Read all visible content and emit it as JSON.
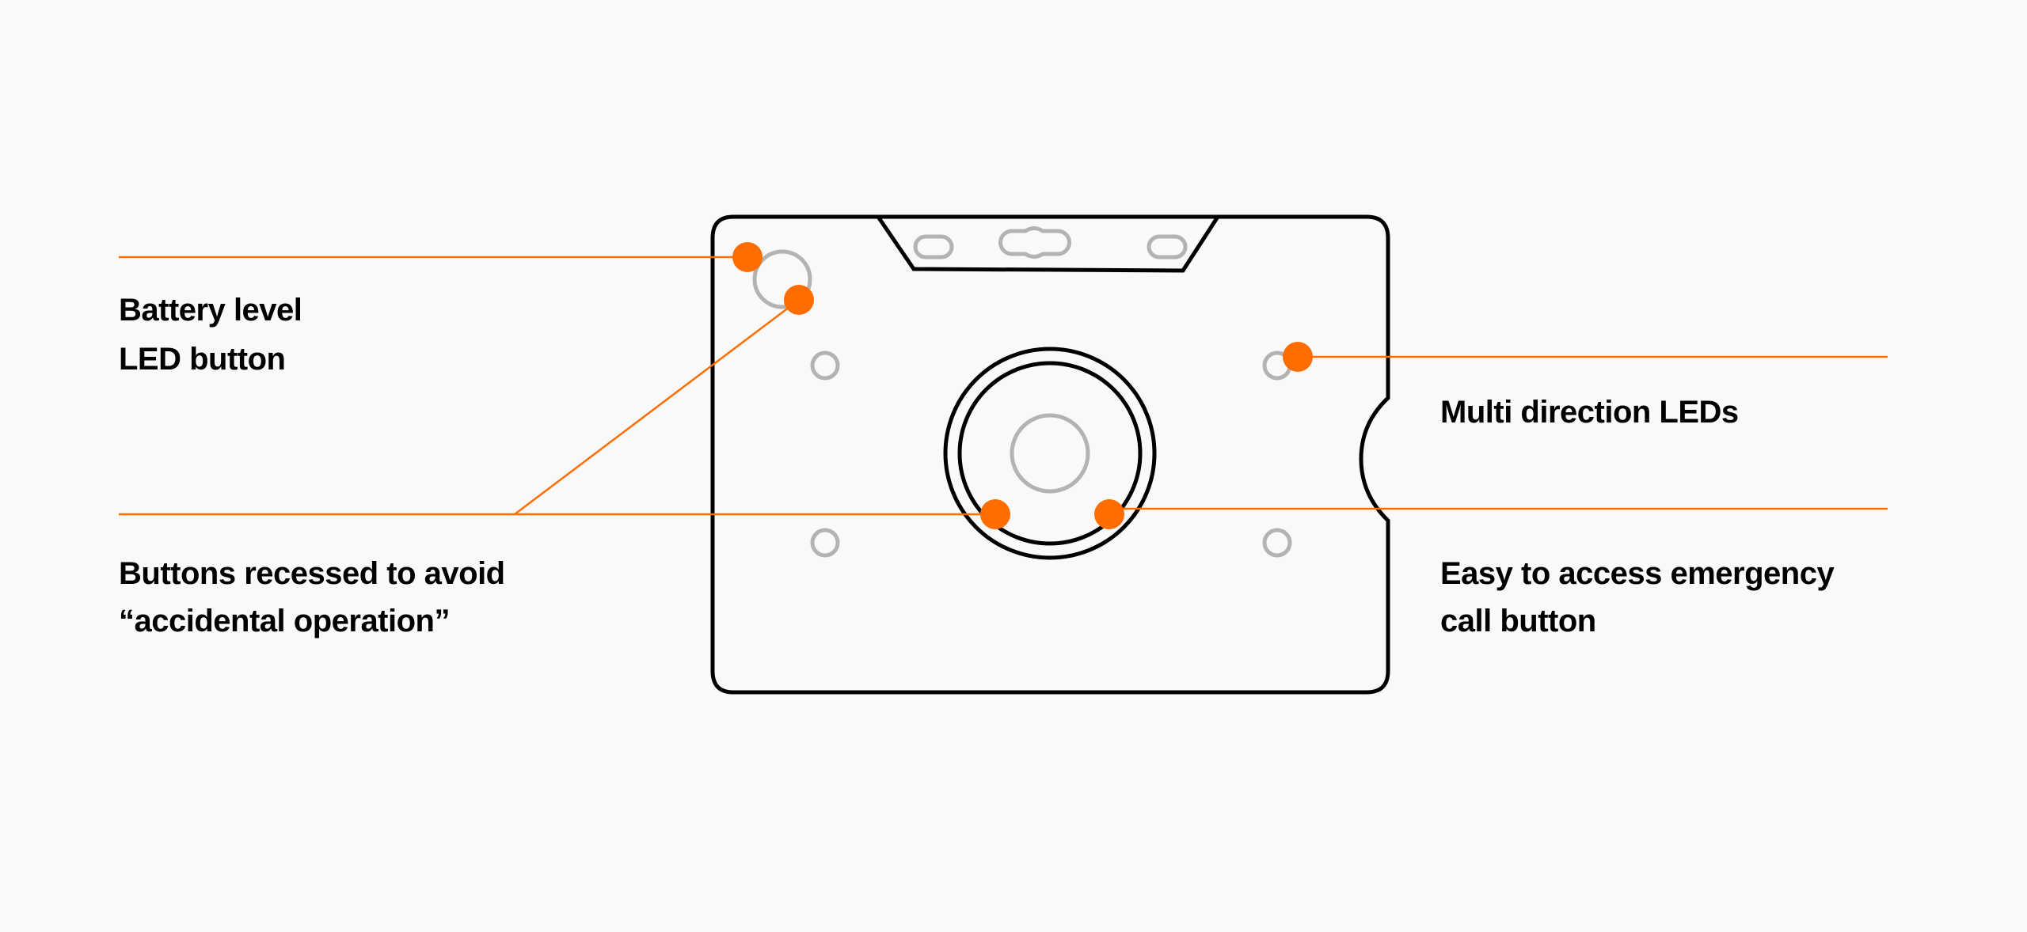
{
  "colors": {
    "accent": "#ff6d00",
    "outline": "#000000",
    "detail": "#b3b3b3",
    "background": "#f9f9f9",
    "text": "#000000"
  },
  "callouts": {
    "battery": {
      "line1": "Battery level",
      "line2": "LED button"
    },
    "recessed": {
      "line1": "Buttons recessed to avoid",
      "line2": "“accidental operation”"
    },
    "leds": {
      "line1": "Multi direction LEDs"
    },
    "emergency": {
      "line1": "Easy to access emergency",
      "line2": "call button"
    }
  }
}
